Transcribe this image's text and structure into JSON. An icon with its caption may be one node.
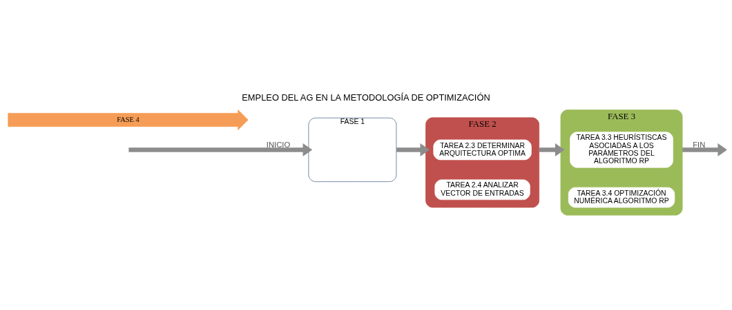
{
  "diagram": {
    "title": "EMPLEO DEL AG EN LA METODOLOGÍA DE OPTIMIZACIÓN",
    "nodes": [
      {
        "text": [
          "FASE 1"
        ]
      },
      {
        "text": [
          "FASE 2"
        ]
      },
      {
        "text": [
          "TAREA 2.3 DETERMINAR ARQUITECTURA OPTIMA"
        ],
        "in": 1
      },
      {
        "text": [
          "TAREA 2.4 ANALIZAR VECTOR DE ENTRADAS"
        ],
        "in": 1
      },
      {
        "text": [
          "FASE 3"
        ]
      },
      {
        "text": [
          "TAREA 3.3 HEURÍSTISCAS ASOCIADAS A LOS PARÁMETROS DEL ALGORITMO RP"
        ],
        "in": 4
      },
      {
        "text": [
          "TAREA 3.4 OPTIMIZACIÓN NUMÉRICA ALGORITMO RP"
        ],
        "in": 4
      },
      {
        "text": [
          "FASE 4"
        ]
      }
    ],
    "edges": [
      {
        "from": null,
        "to": 0,
        "arrow": "to",
        "label": "INICIO"
      },
      {
        "from": 0,
        "to": 1,
        "arrow": "to"
      },
      {
        "from": 1,
        "to": 4,
        "arrow": "to"
      },
      {
        "from": 4,
        "to": null,
        "arrow": "to",
        "label": "FIN"
      }
    ]
  }
}
